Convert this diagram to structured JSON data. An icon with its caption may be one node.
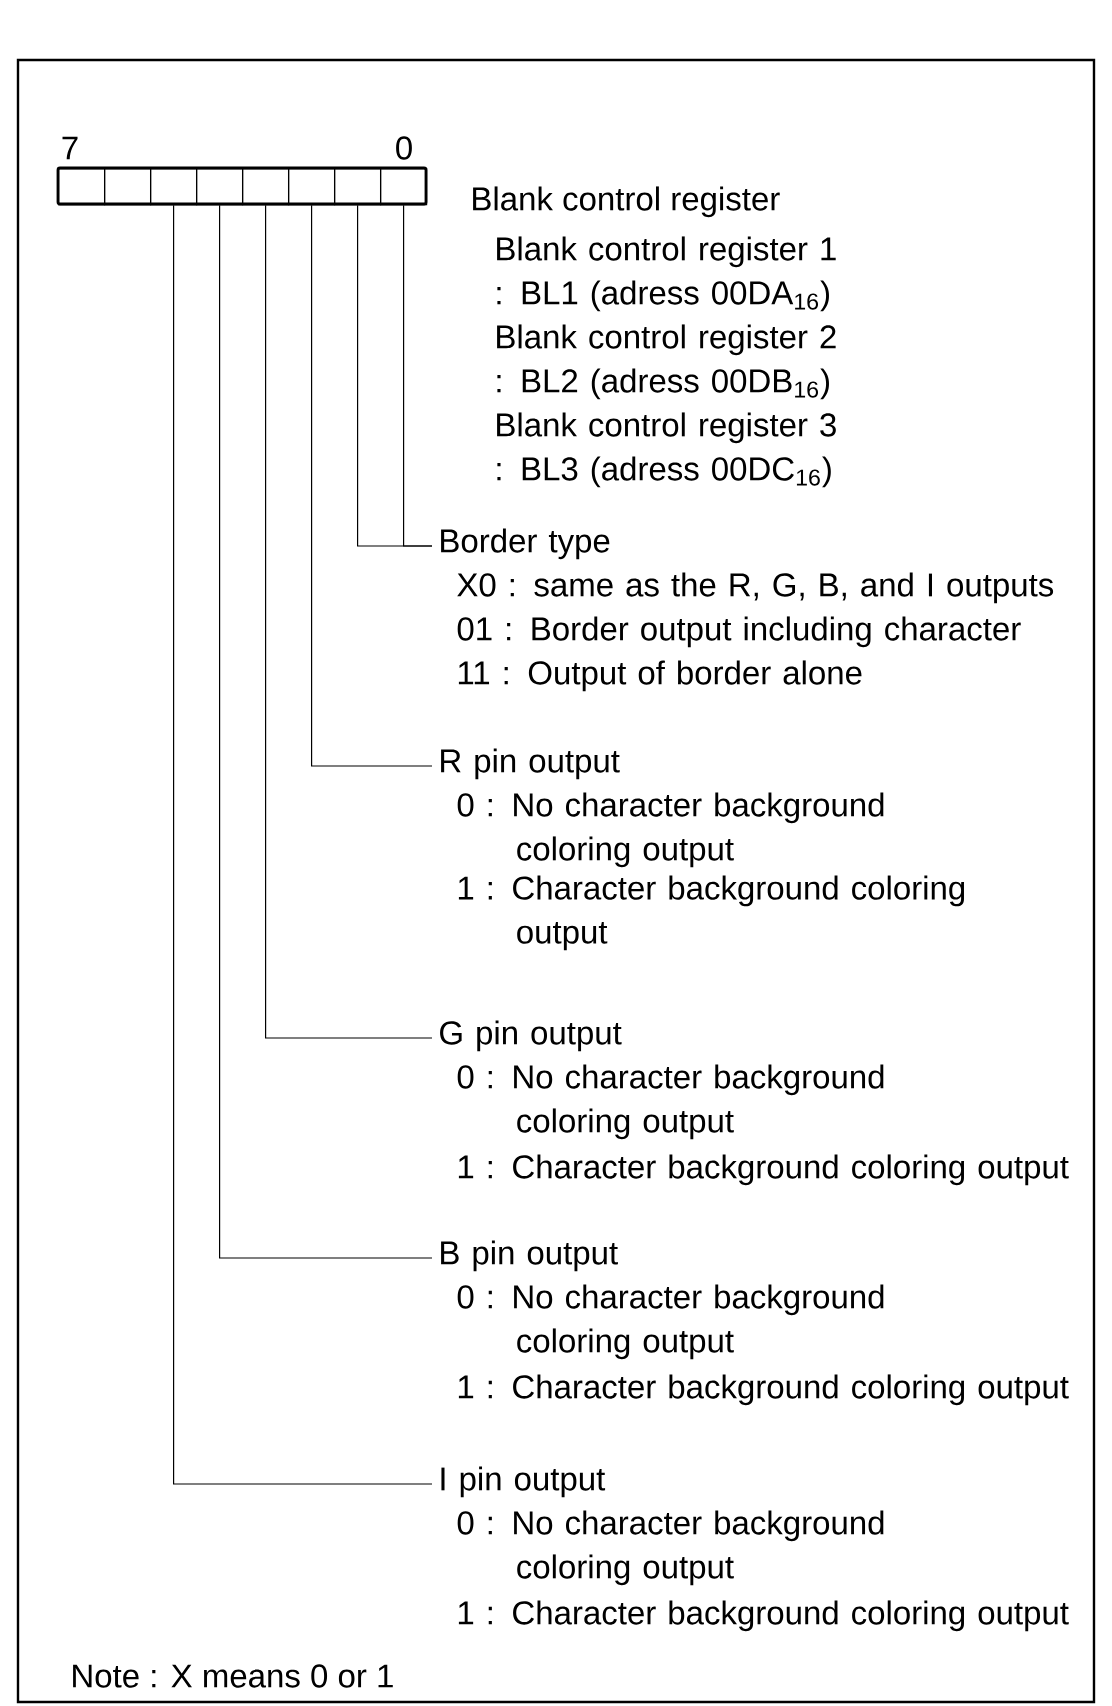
{
  "diagram": {
    "nodes": [
      {
        "text": [],
        "shape": "box"
      },
      {
        "text": [],
        "shape": "box"
      },
      {
        "text": [],
        "shape": "box"
      },
      {
        "text": [],
        "shape": "box"
      },
      {
        "text": [],
        "shape": "box"
      },
      {
        "text": [],
        "shape": "box"
      },
      {
        "text": [],
        "shape": "box"
      },
      {
        "text": [],
        "shape": "box"
      },
      {
        "text": [
          "Border type",
          "X0 : same as the R, G, B, and I outputs",
          "01 : Border output including character",
          "11 : Output of border alone"
        ]
      },
      {
        "text": [
          "R pin output",
          "0 : No character background coloring output",
          "1 : Character background coloring output"
        ]
      },
      {
        "text": [
          "G pin output",
          "0 : No character background coloring output",
          "1 : Character background coloring output"
        ]
      },
      {
        "text": [
          "B pin output",
          "0 : No character background coloring output",
          "1 : Character background coloring output"
        ]
      },
      {
        "text": [
          "I pin output",
          "0 : No character background coloring output",
          "1 : Character background coloring output"
        ]
      }
    ],
    "edges": [
      {
        "from": 6,
        "to": 8,
        "arrow": "none"
      },
      {
        "from": 7,
        "to": 8,
        "arrow": "none"
      },
      {
        "from": 5,
        "to": 9,
        "arrow": "none"
      },
      {
        "from": 4,
        "to": 10,
        "arrow": "none"
      },
      {
        "from": 3,
        "to": 11,
        "arrow": "none"
      },
      {
        "from": 2,
        "to": 12,
        "arrow": "none"
      }
    ],
    "labels": [
      "7",
      "0",
      "Blank control register",
      "Blank control register 1 : BL1 (adress 00DA$_{16}$)",
      "Blank control register 2 : BL2 (adress 00DB$_{16}$)",
      "Blank control register 3 : BL3 (adress 00DC$_{16}$)",
      "Note : X means 0 or 1"
    ]
  }
}
